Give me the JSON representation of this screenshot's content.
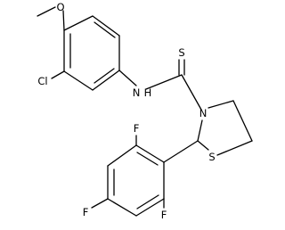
{
  "molecule": {
    "atoms": {
      "methoxy_o": "O",
      "chlorine": "Cl",
      "amide_n": "N",
      "amide_h": "H",
      "thione_s": "S",
      "ring_n": "N",
      "ring_s": "S",
      "fluorine_upper": "F",
      "fluorine_para": "F",
      "fluorine_lower": "F"
    }
  }
}
